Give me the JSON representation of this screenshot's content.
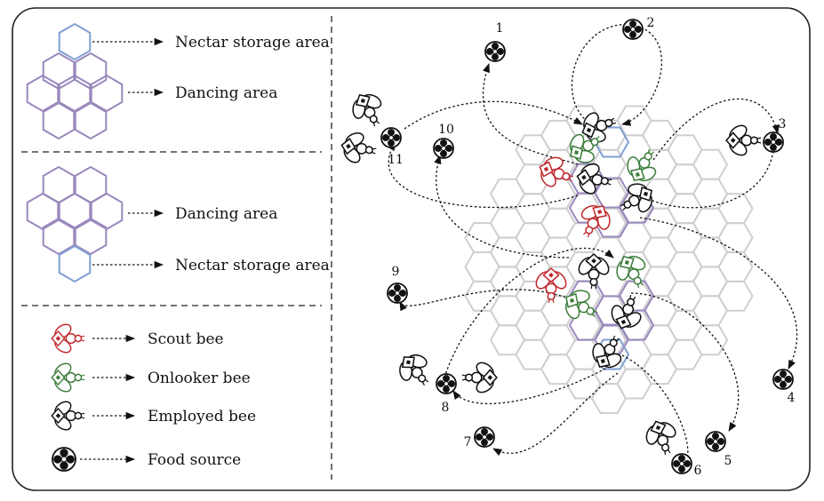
{
  "colors": {
    "nectar_cell": "#7f9fd4",
    "dance_cell": "#9a88bd",
    "grid_cell": "#cfcfcf",
    "scout": "#c0282d",
    "onlooker": "#3b7d3b",
    "employed": "#111111"
  },
  "legend": {
    "top": {
      "nectar": "Nectar storage area",
      "dancing": "Dancing area"
    },
    "middle": {
      "dancing": "Dancing area",
      "nectar": "Nectar storage area"
    },
    "bees": [
      {
        "label": "Scout bee",
        "kind": "scout",
        "icon": "scout-bee-icon"
      },
      {
        "label": "Onlooker bee",
        "kind": "onlooker",
        "icon": "onlooker-bee-icon"
      },
      {
        "label": "Employed bee",
        "kind": "employed",
        "icon": "employed-bee-icon"
      },
      {
        "label": "Food source",
        "kind": "food",
        "icon": "food-source-icon"
      }
    ]
  },
  "food_sources": [
    "1",
    "2",
    "3",
    "4",
    "5",
    "6",
    "7",
    "8",
    "9",
    "10",
    "11"
  ]
}
